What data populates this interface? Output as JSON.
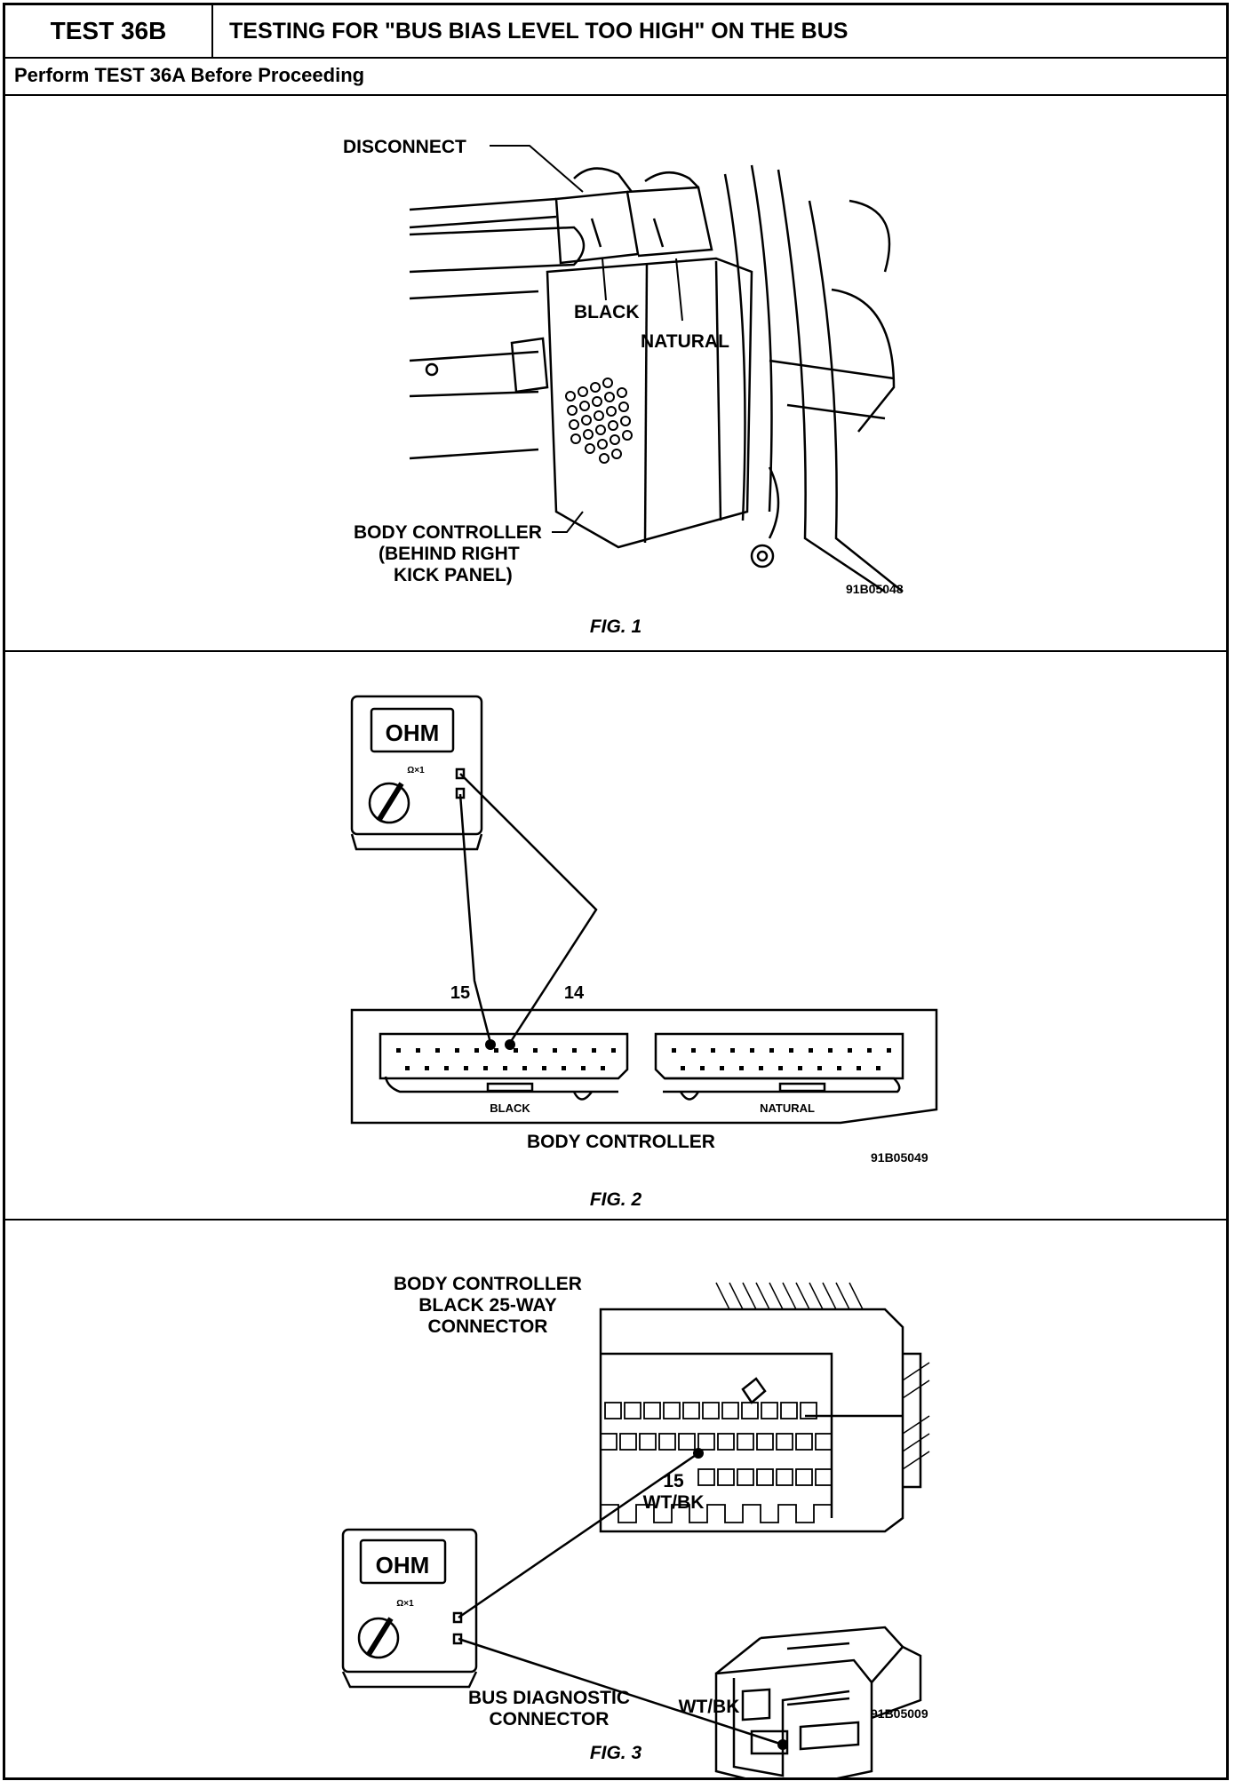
{
  "header": {
    "test_id": "TEST 36B",
    "title": "TESTING FOR \"BUS BIAS LEVEL TOO HIGH\" ON THE BUS",
    "prerequisite": "Perform TEST 36A Before Proceeding"
  },
  "fig1": {
    "labels": {
      "disconnect": "DISCONNECT",
      "black": "BLACK",
      "natural": "NATURAL",
      "body_controller_1": "BODY CONTROLLER",
      "body_controller_2": "(BEHIND RIGHT",
      "body_controller_3": "KICK PANEL)"
    },
    "code": "91B05048",
    "caption": "FIG. 1"
  },
  "fig2": {
    "meter_display": "OHM",
    "meter_range": "Ω×1",
    "pin_a": "15",
    "pin_b": "14",
    "black": "BLACK",
    "natural": "NATURAL",
    "body_controller": "BODY CONTROLLER",
    "code": "91B05049",
    "caption": "FIG. 2"
  },
  "fig3": {
    "title_1": "BODY CONTROLLER",
    "title_2": "BLACK 25-WAY",
    "title_3": "CONNECTOR",
    "meter_display": "OHM",
    "meter_range": "Ω×1",
    "pin": "15",
    "wire_1": "WT/BK",
    "wire_2": "WT/BK",
    "bus_diag_1": "BUS DIAGNOSTIC",
    "bus_diag_2": "CONNECTOR",
    "code": "91B05009",
    "caption": "FIG. 3"
  }
}
